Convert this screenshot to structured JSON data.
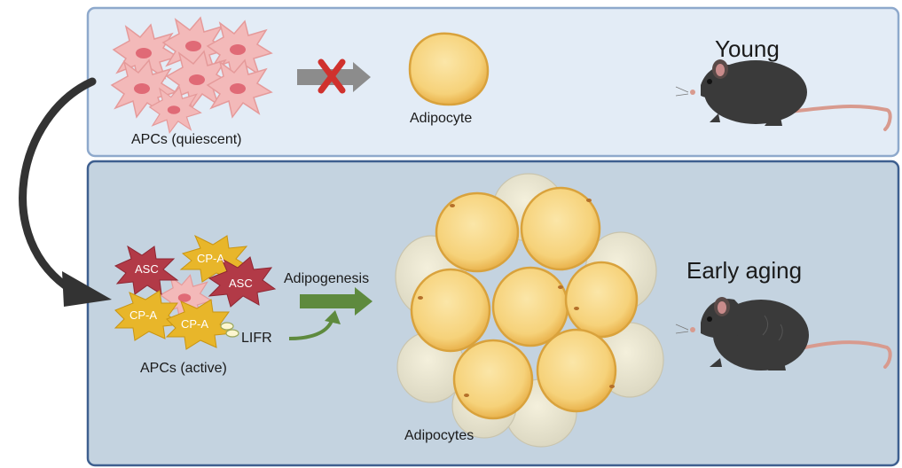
{
  "top_panel": {
    "apc_label": "APCs (quiescent)",
    "adipocyte_label": "Adipocyte",
    "mouse_label": "Young"
  },
  "bottom_panel": {
    "apc_label": "APCs (active)",
    "asc_label_1": "ASC",
    "asc_label_2": "ASC",
    "cpa_label_1": "CP-A",
    "cpa_label_2": "CP-A",
    "cpa_label_3": "CP-A",
    "lifr_label": "LIFR",
    "process_label": "Adipogenesis",
    "adipocytes_label": "Adipocytes",
    "mouse_label": "Early aging"
  },
  "colors": {
    "top_panel_fill": "#e3ecf6",
    "top_panel_border": "#8ea9cc",
    "bottom_panel_fill": "#c4d3e0",
    "bottom_panel_border": "#3e5f8f",
    "quiescent_cell": "#f3b9b9",
    "asc_cell": "#b23a47",
    "cpa_cell": "#e8b62a",
    "adipocyte_fill": "#f8d77e",
    "adipocyte_edge": "#d9a23c",
    "blocked_arrow": "#8c8c8c",
    "block_cross": "#d0312d",
    "adipogenesis_arrow": "#5e8a3e",
    "mouse": "#3a3a3a",
    "tail": "#d89a8e"
  }
}
